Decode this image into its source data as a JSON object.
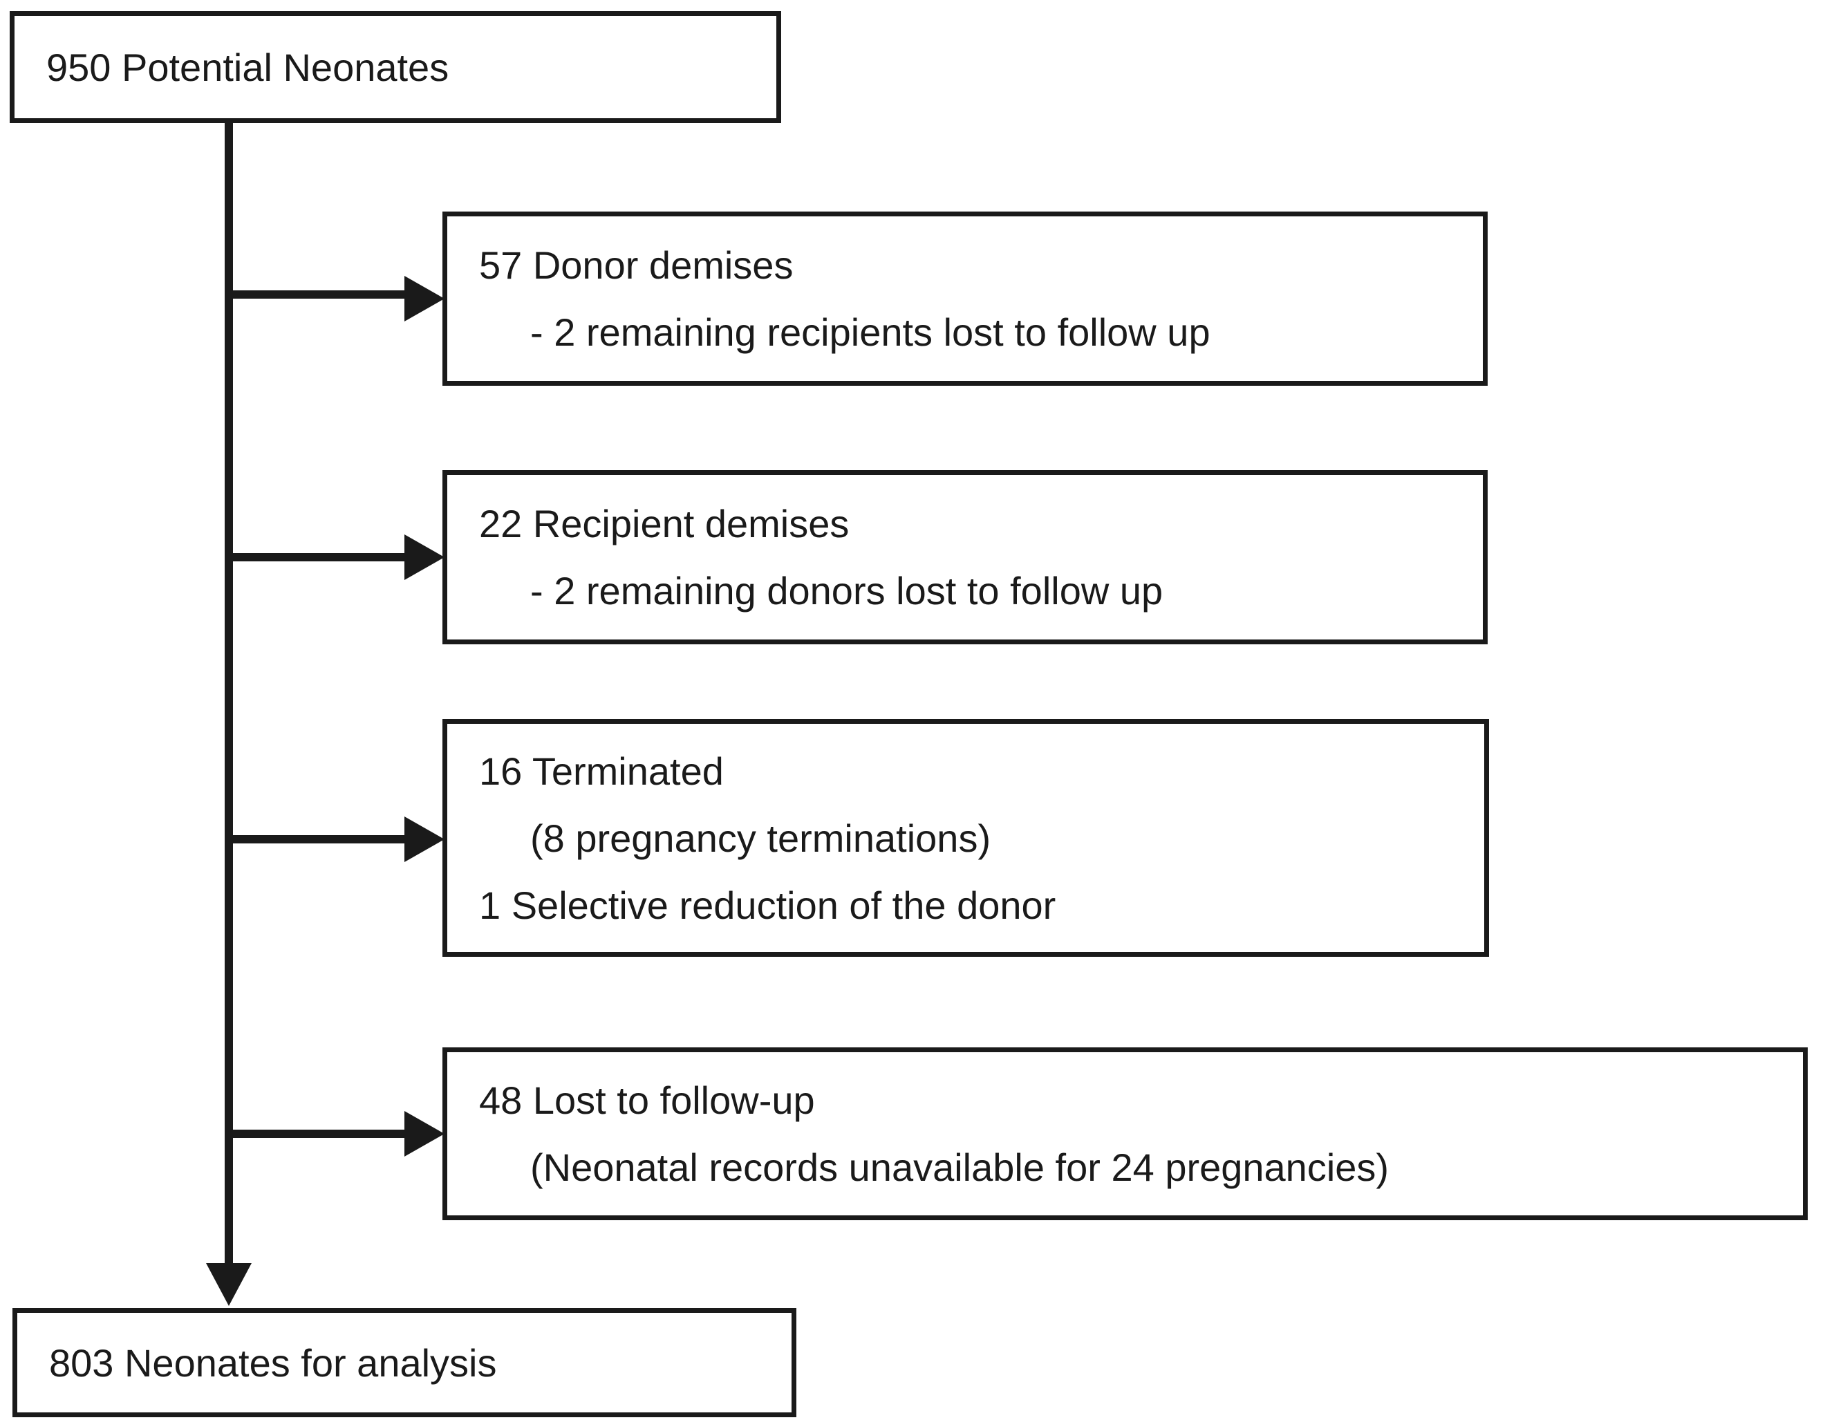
{
  "colors": {
    "ink": "#1a1a1a",
    "background": "#ffffff"
  },
  "flow": {
    "start": {
      "label": "950 Potential Neonates"
    },
    "exclusions": [
      {
        "lines": [
          "57 Donor demises",
          "- 2 remaining recipients lost to follow up"
        ]
      },
      {
        "lines": [
          "22 Recipient demises",
          "- 2 remaining donors lost to follow up"
        ]
      },
      {
        "lines": [
          "16 Terminated",
          "(8 pregnancy terminations)",
          "1 Selective reduction of the donor"
        ]
      },
      {
        "lines": [
          "48 Lost to follow-up",
          "(Neonatal records unavailable for 24 pregnancies)"
        ]
      }
    ],
    "end": {
      "label": "803 Neonates for analysis"
    }
  }
}
